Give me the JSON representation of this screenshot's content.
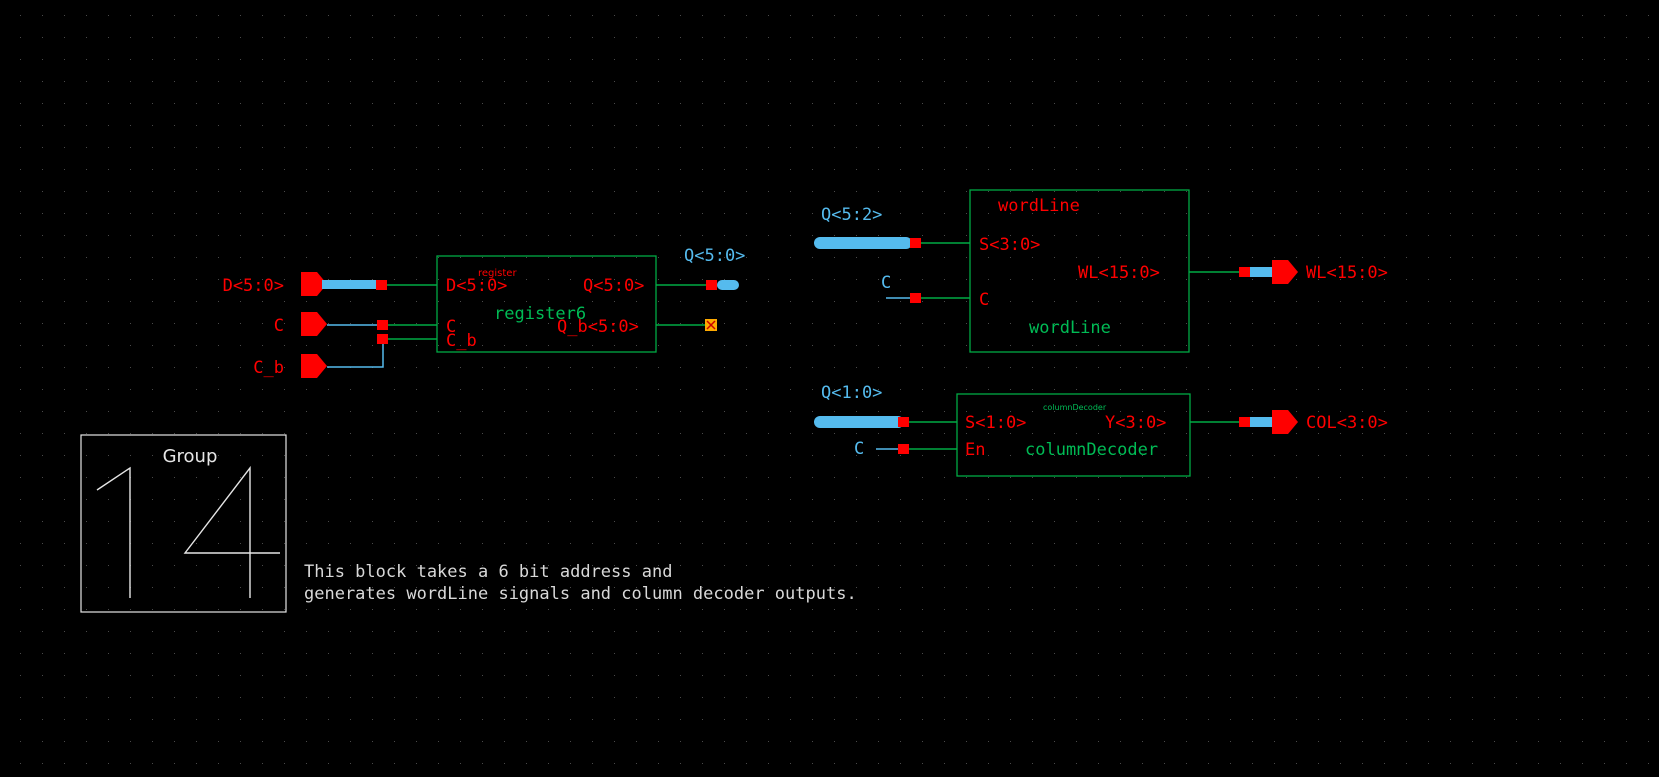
{
  "colors": {
    "background": "#000000",
    "pin": "#ff0000",
    "bus": "#55bbee",
    "wire": "#00aa44",
    "instance": "#00bb55",
    "annotation": "#e6e6e6",
    "noconnect": "#ffaa00"
  },
  "input_pins": [
    {
      "name": "D<5:0>",
      "kind": "bus"
    },
    {
      "name": "C",
      "kind": "wire"
    },
    {
      "name": "C_b",
      "kind": "wire"
    }
  ],
  "output_pins": [
    {
      "name": "WL<15:0>",
      "kind": "bus"
    },
    {
      "name": "COL<3:0>",
      "kind": "bus"
    }
  ],
  "register": {
    "cell_label": "register",
    "instance_name": "register6",
    "pins": {
      "d": "D<5:0>",
      "q": "Q<5:0>",
      "c": "C",
      "cb": "C_b",
      "qb": "Q_b<5:0>"
    },
    "q_net": "Q<5:0>"
  },
  "wordline": {
    "cell_label": "wordLine",
    "instance_name": "wordLine",
    "pins": {
      "s": "S<3:0>",
      "c": "C",
      "wl": "WL<15:0>"
    },
    "s_net": "Q<5:2>",
    "c_net": "C"
  },
  "column_decoder": {
    "cell_label": "columnDecoder",
    "instance_name": "columnDecoder",
    "pins": {
      "s": "S<1:0>",
      "en": "En",
      "y": "Y<3:0>"
    },
    "s_net": "Q<1:0>",
    "c_net": "C"
  },
  "group": {
    "title": "Group",
    "number": "14"
  },
  "note": {
    "line1": "This block takes a 6 bit address and",
    "line2": "generates wordLine signals and column decoder outputs."
  }
}
